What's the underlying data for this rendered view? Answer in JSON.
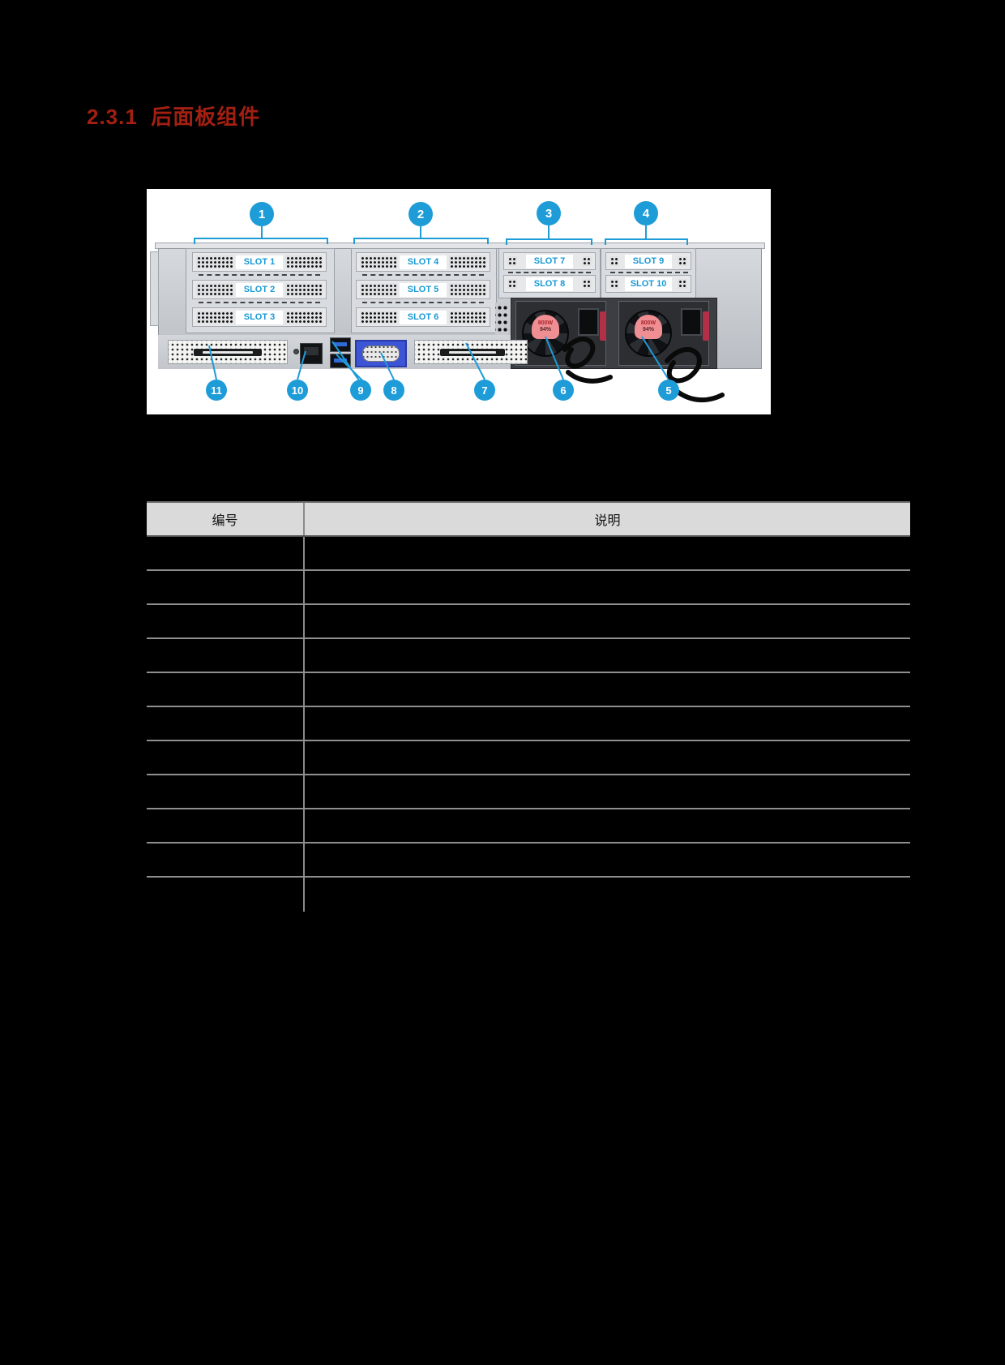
{
  "page": {
    "background": "#000000"
  },
  "heading": {
    "text": "2.3.1  后面板组件",
    "color": "#A21F12"
  },
  "figure": {
    "background": "#FFFFFF",
    "accent_blue": "#1E9CD8",
    "top_callouts": [
      {
        "label": "1"
      },
      {
        "label": "2"
      },
      {
        "label": "3"
      },
      {
        "label": "4"
      }
    ],
    "bottom_callouts": [
      {
        "label": "11"
      },
      {
        "label": "10"
      },
      {
        "label": "9"
      },
      {
        "label": "8"
      },
      {
        "label": "7"
      },
      {
        "label": "6"
      },
      {
        "label": "5"
      }
    ],
    "risers": [
      {
        "slots": [
          "SLOT 1",
          "SLOT 2",
          "SLOT 3"
        ]
      },
      {
        "slots": [
          "SLOT 4",
          "SLOT 5",
          "SLOT 6"
        ]
      },
      {
        "slots": [
          "SLOT 7",
          "SLOT 8"
        ]
      },
      {
        "slots": [
          "SLOT 9",
          "SLOT 10"
        ]
      }
    ],
    "psus": [
      {
        "watt": "800W",
        "eff": "94%"
      },
      {
        "watt": "800W",
        "eff": "94%"
      }
    ]
  },
  "table": {
    "headers": [
      "编号",
      "说明"
    ],
    "rows": [
      [
        "",
        ""
      ],
      [
        "",
        ""
      ],
      [
        "",
        ""
      ],
      [
        "",
        ""
      ],
      [
        "",
        ""
      ],
      [
        "",
        ""
      ],
      [
        "",
        ""
      ],
      [
        "",
        ""
      ],
      [
        "",
        ""
      ],
      [
        "",
        ""
      ],
      [
        "",
        ""
      ]
    ]
  }
}
